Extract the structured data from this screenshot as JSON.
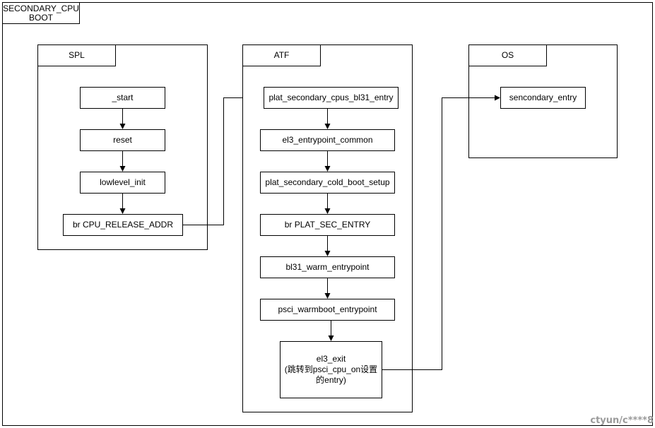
{
  "page": {
    "title": "SECONDARY_CPU\nBOOT"
  },
  "spl": {
    "title": "SPL",
    "steps": [
      "_start",
      "reset",
      "lowlevel_init",
      "br CPU_RELEASE_ADDR"
    ]
  },
  "atf": {
    "title": "ATF",
    "steps": [
      "plat_secondary_cpus_bl31_entry",
      "el3_entrypoint_common",
      "plat_secondary_cold_boot_setup",
      "br PLAT_SEC_ENTRY",
      "bl31_warm_entrypoint",
      "psci_warmboot_entrypoint",
      "el3_exit\n(跳转到psci_cpu_on设置\n的entry)"
    ]
  },
  "os": {
    "title": "OS",
    "steps": [
      "sencondary_entry"
    ]
  },
  "watermark": "ctyun/c****8"
}
